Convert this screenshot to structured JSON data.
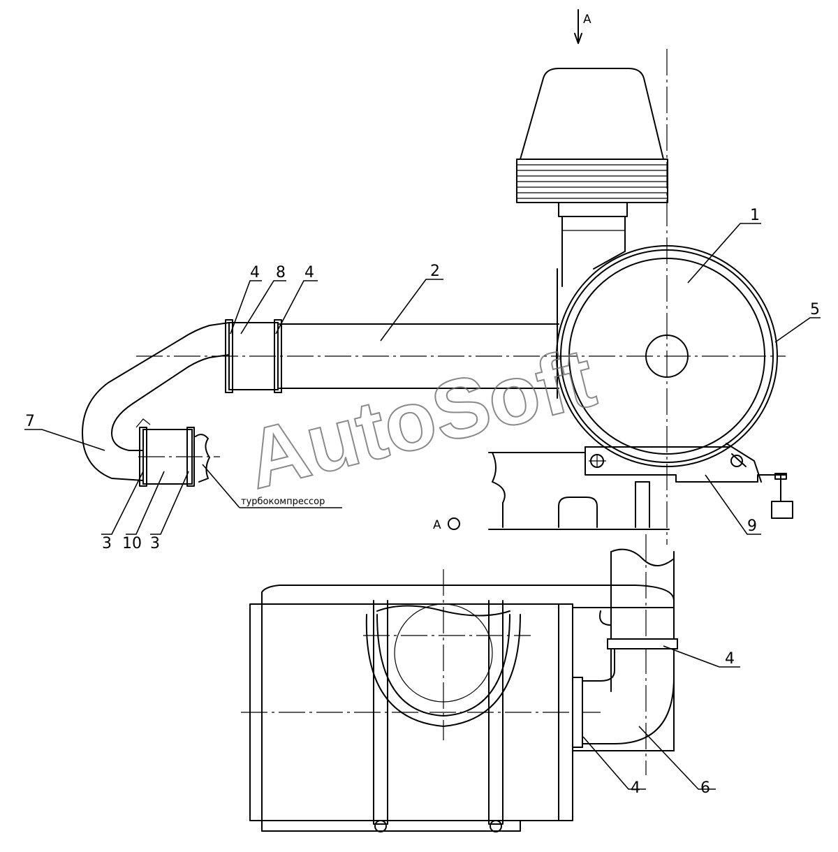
{
  "view_marker_label": "A",
  "view_reference_label": "A",
  "note_label": "турбокомпрессор",
  "watermark": "AutoSoft",
  "callouts": {
    "c1": "1",
    "c2": "2",
    "c3_left": "3",
    "c3_right": "3",
    "c4_top_left": "4",
    "c4_top_right": "4",
    "c4_bottom_right": "4",
    "c4_bottom_left": "4",
    "c5": "5",
    "c6": "6",
    "c7": "7",
    "c8": "8",
    "c9": "9",
    "c10": "10"
  }
}
